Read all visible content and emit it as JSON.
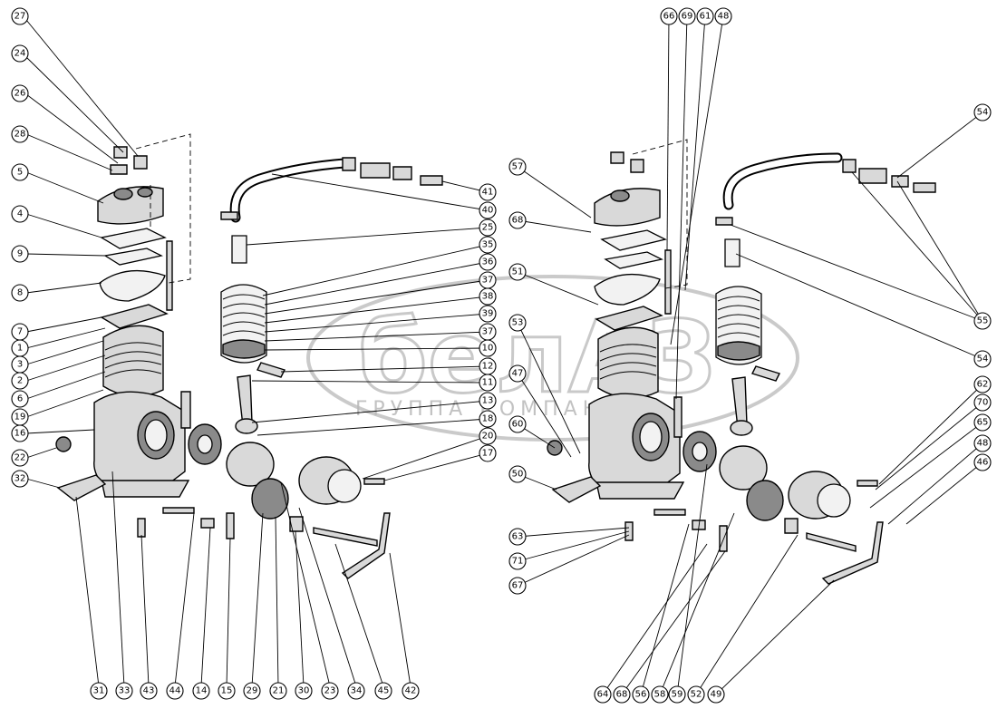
{
  "watermark": {
    "logo": "белАЗ",
    "subtitle": "ГРУППА КОМПАНИЙ"
  },
  "corner_mark": "",
  "left_assembly": {
    "callouts_left": [
      "27",
      "24",
      "26",
      "28",
      "5",
      "4",
      "9",
      "8",
      "7",
      "1",
      "3",
      "2",
      "6",
      "19",
      "16",
      "22",
      "32"
    ],
    "callouts_right": [
      "41",
      "40",
      "25",
      "35",
      "36",
      "37",
      "38",
      "39",
      "37",
      "10",
      "12",
      "11",
      "13",
      "18",
      "20",
      "17"
    ],
    "callouts_bottom": [
      "31",
      "33",
      "43",
      "44",
      "14",
      "15",
      "29",
      "21",
      "30",
      "23",
      "34",
      "45",
      "42"
    ]
  },
  "right_assembly": {
    "callouts_top": [
      "66",
      "69",
      "61",
      "48"
    ],
    "callouts_left": [
      "57",
      "68",
      "51",
      "53",
      "47",
      "60",
      "50",
      "63",
      "71",
      "67"
    ],
    "callouts_right": [
      "54",
      "55",
      "54",
      "62",
      "70",
      "65",
      "48",
      "46"
    ],
    "callouts_bottom": [
      "64",
      "68",
      "56",
      "58",
      "59",
      "52",
      "49"
    ]
  }
}
